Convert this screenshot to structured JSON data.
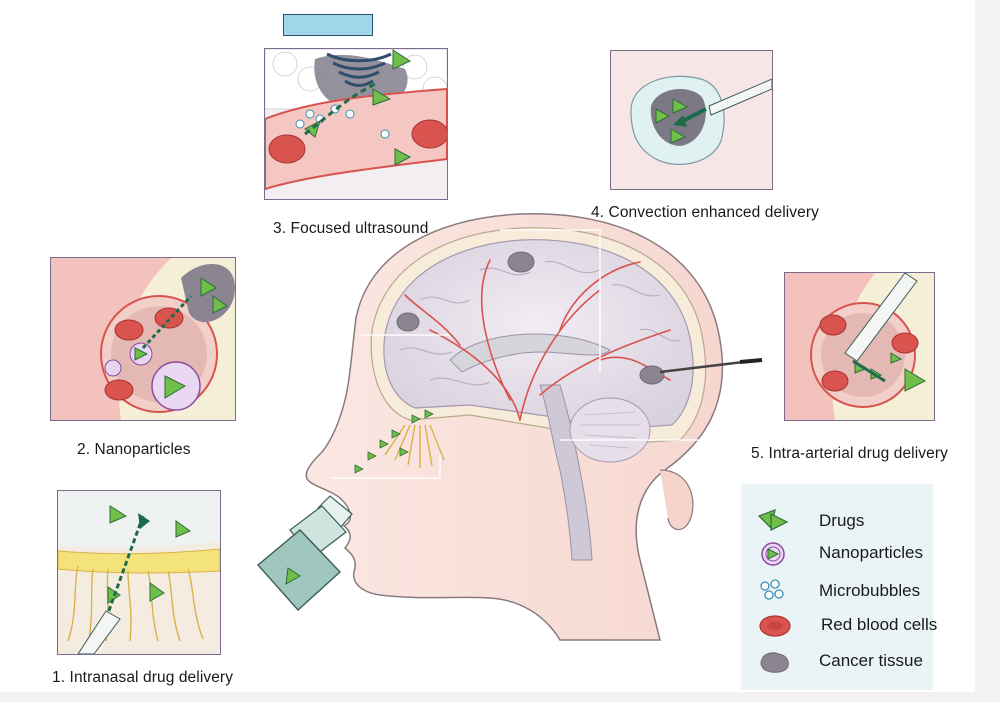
{
  "labels": {
    "intranasal": "1. Intranasal drug delivery",
    "nanoparticles": "2. Nanoparticles",
    "ultrasound": "3. Focused ultrasound",
    "convection": "4. Convection enhanced delivery",
    "intra_arterial": "5. Intra-arterial drug delivery"
  },
  "legend": {
    "items": [
      {
        "label": "Drugs",
        "icon": "drug-triangle-icon"
      },
      {
        "label": "Nanoparticles",
        "icon": "nanoparticle-icon"
      },
      {
        "label": "Microbubbles",
        "icon": "microbubble-icon"
      },
      {
        "label": "Red blood cells",
        "icon": "red-blood-cell-icon"
      },
      {
        "label": "Cancer tissue",
        "icon": "cancer-tissue-icon"
      }
    ]
  },
  "colors": {
    "drug_green": "#6fbf4a",
    "arrow_green": "#1e6b4a",
    "vessel_red": "#d9534f",
    "tissue_pink": "#f4c7c3",
    "panel_border": "#7b6b8c",
    "legend_bg": "#eaf4f6",
    "cancer_gray": "#8a8591",
    "ultrasound_blue": "#9fd6ea"
  }
}
